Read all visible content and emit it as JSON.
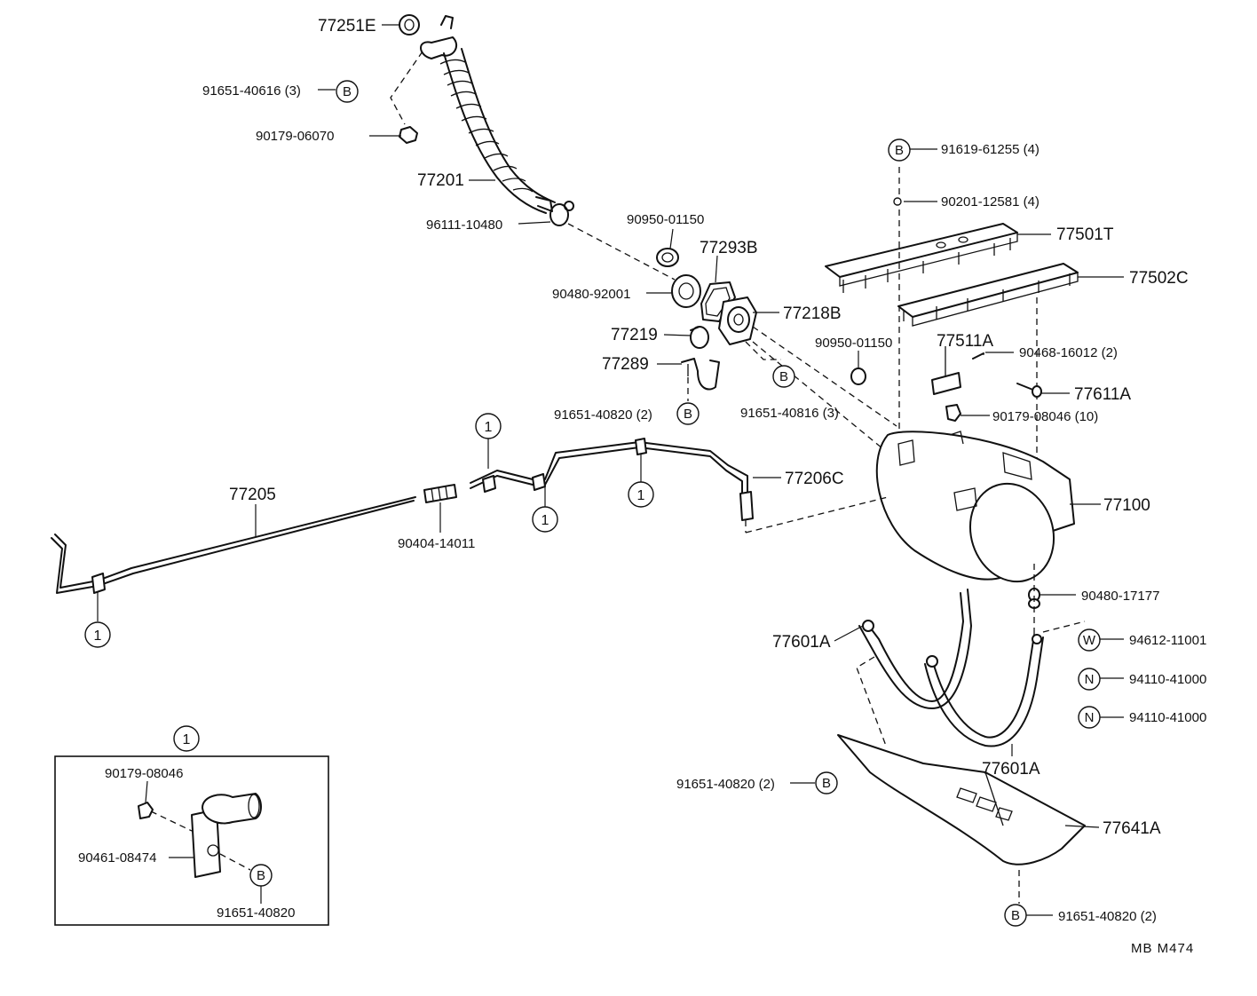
{
  "code": "MB  M474",
  "symbols": {
    "bolt": "B",
    "washer": "W",
    "nut": "N",
    "clamp_ref": "1"
  },
  "callouts": {
    "c77251E": "77251E",
    "c91651_40616": "91651-40616 (3)",
    "c90179_06070": "90179-06070",
    "c77201": "77201",
    "c96111_10480": "96111-10480",
    "c90950_01150_a": "90950-01150",
    "c77293B": "77293B",
    "c90480_92001": "90480-92001",
    "c77218B": "77218B",
    "c77219": "77219",
    "c77289": "77289",
    "c91651_40820_2a": "91651-40820 (2)",
    "c91651_40816": "91651-40816 (3)",
    "c90950_01150_b": "90950-01150",
    "c91619_61255": "91619-61255 (4)",
    "c90201_12581": "90201-12581 (4)",
    "c77501T": "77501T",
    "c77502C": "77502C",
    "c77511A": "77511A",
    "c90468_16012": "90468-16012 (2)",
    "c77611A": "77611A",
    "c90179_08046_10": "90179-08046 (10)",
    "c77206C": "77206C",
    "c77205": "77205",
    "c90404_14011": "90404-14011",
    "c77100": "77100",
    "c90480_17177": "90480-17177",
    "c77601A_a": "77601A",
    "c77601A_b": "77601A",
    "c94612_11001": "94612-11001",
    "c94110_41000_a": "94110-41000",
    "c94110_41000_b": "94110-41000",
    "c91651_40820_2b": "91651-40820 (2)",
    "c77641A": "77641A",
    "c91651_40820_2c": "91651-40820 (2)"
  },
  "detail_box": {
    "ref": "1",
    "c90179_08046": "90179-08046",
    "c90461_08474": "90461-08474",
    "c91651_40820": "91651-40820"
  }
}
